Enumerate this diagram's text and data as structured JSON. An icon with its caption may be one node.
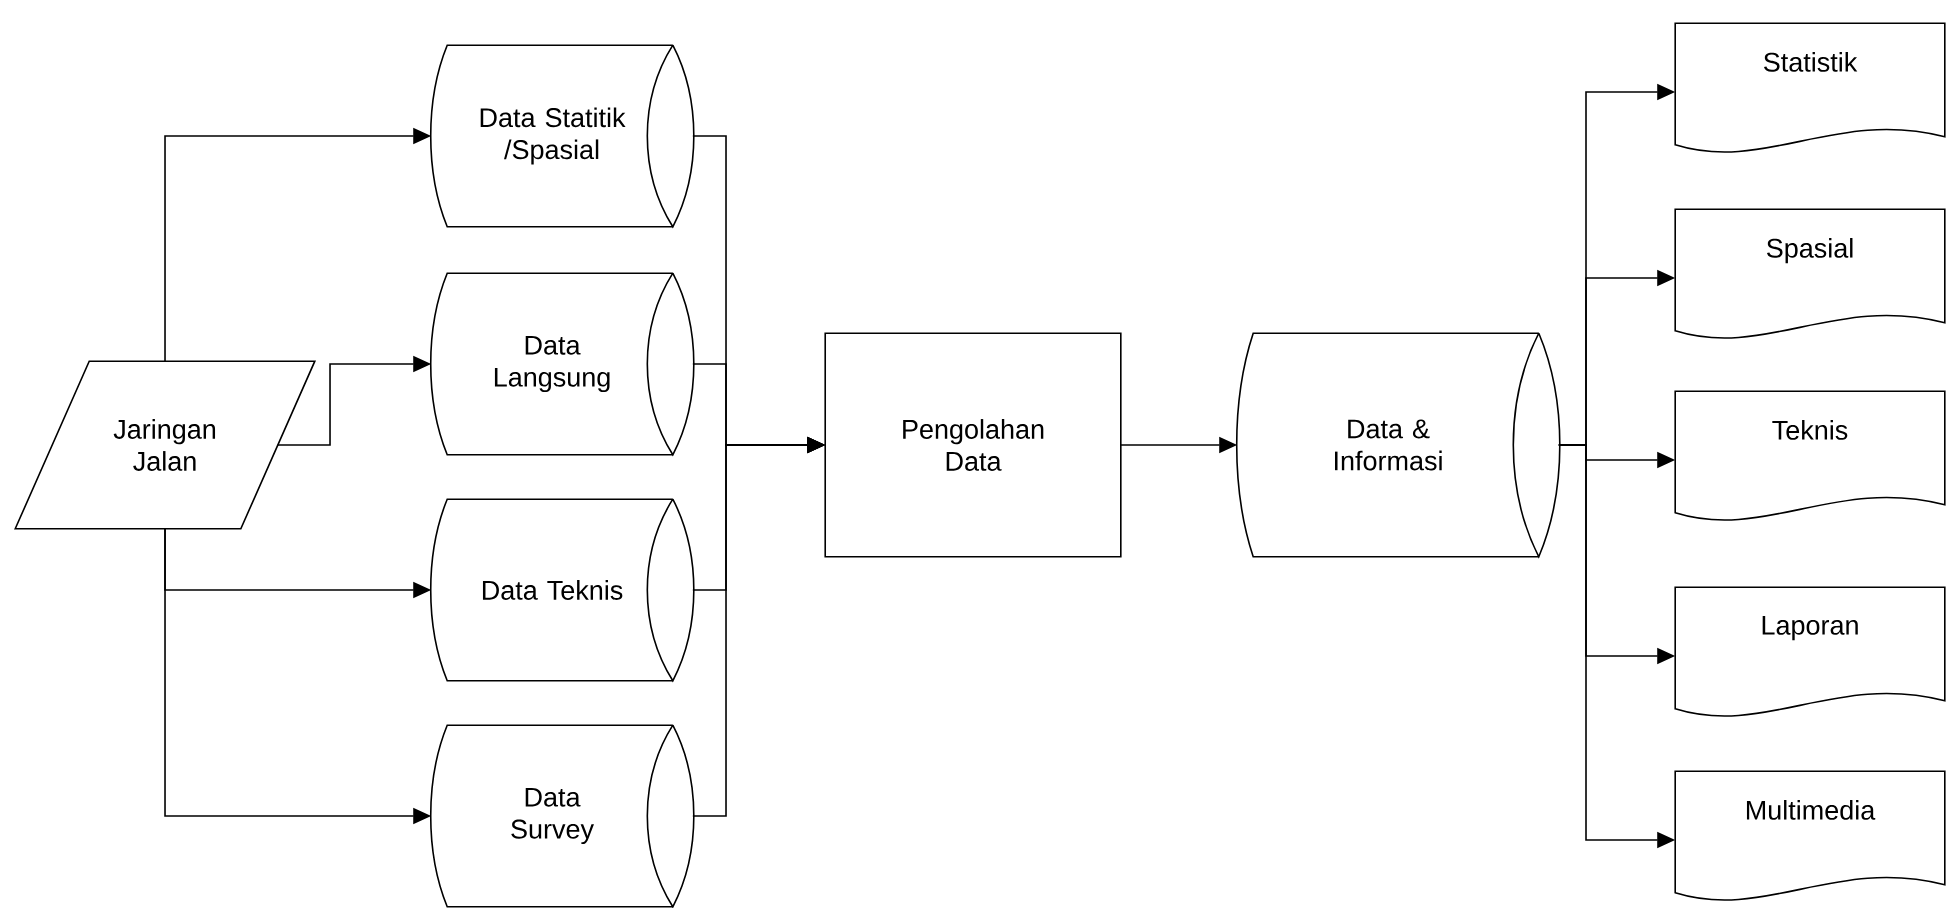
{
  "diagram": {
    "nodes": [
      {
        "text": [
          "Jaringan Jalan"
        ]
      },
      {
        "text": [
          "Data Statitik /Spasial"
        ]
      },
      {
        "text": [
          "Data Langsung"
        ]
      },
      {
        "text": [
          "Data Teknis"
        ]
      },
      {
        "text": [
          "Data Survey"
        ]
      },
      {
        "text": [
          "Pengolahan Data"
        ]
      },
      {
        "text": [
          "Data  & Informasi"
        ]
      },
      {
        "text": [
          "Statistik"
        ]
      },
      {
        "text": [
          "Spasial"
        ]
      },
      {
        "text": [
          "Teknis"
        ]
      },
      {
        "text": [
          "Laporan"
        ]
      },
      {
        "text": [
          "Multimedia"
        ]
      }
    ],
    "edges": [
      {
        "from": 0,
        "to": 1,
        "arrow": "to"
      },
      {
        "from": 0,
        "to": 2,
        "arrow": "to"
      },
      {
        "from": 0,
        "to": 3,
        "arrow": "to"
      },
      {
        "from": 0,
        "to": 4,
        "arrow": "to"
      },
      {
        "from": 1,
        "to": 5,
        "arrow": "to"
      },
      {
        "from": 2,
        "to": 5,
        "arrow": "to"
      },
      {
        "from": 3,
        "to": 5,
        "arrow": "to"
      },
      {
        "from": 4,
        "to": 5,
        "arrow": "to"
      },
      {
        "from": 5,
        "to": 6,
        "arrow": "to"
      },
      {
        "from": 6,
        "to": 7,
        "arrow": "to"
      },
      {
        "from": 6,
        "to": 8,
        "arrow": "to"
      },
      {
        "from": 6,
        "to": 9,
        "arrow": "to"
      },
      {
        "from": 6,
        "to": 10,
        "arrow": "to"
      },
      {
        "from": 6,
        "to": 11,
        "arrow": "to"
      }
    ]
  }
}
